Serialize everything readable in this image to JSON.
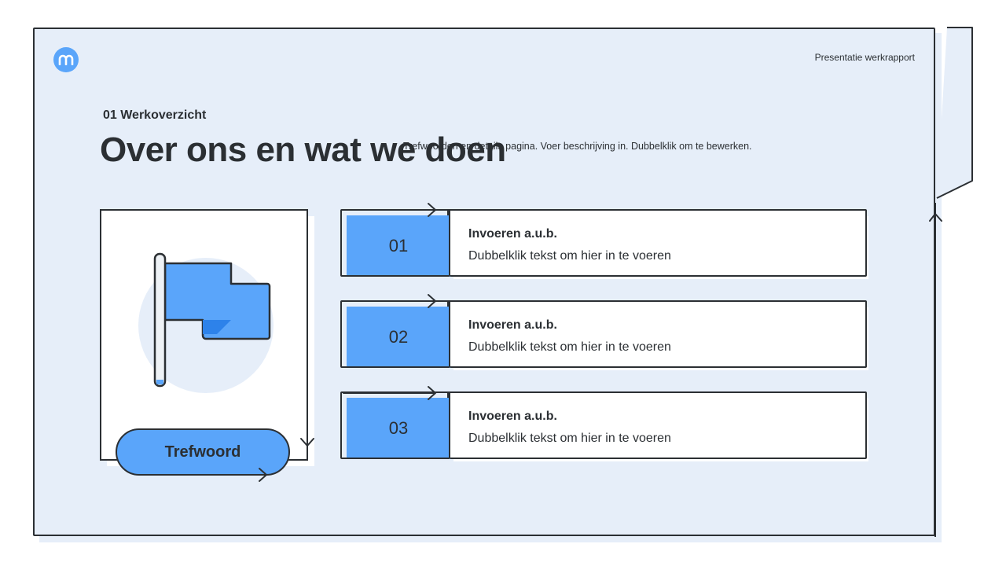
{
  "header": {
    "logo_letter": "m",
    "report_label": "Presentatie werkrapport"
  },
  "section": {
    "number_label": "01 Werkoverzicht",
    "title": "Over ons en wat we doen",
    "subtitle": "Trefwoorden en details pagina. Voer beschrijving in. Dubbelklik om te bewerken."
  },
  "image_card": {
    "icon": "flag-icon",
    "keyword_label": "Trefwoord"
  },
  "items": [
    {
      "number": "01",
      "title": "Invoeren a.u.b.",
      "description": "Dubbelklik tekst om hier in te voeren"
    },
    {
      "number": "02",
      "title": "Invoeren a.u.b.",
      "description": "Dubbelklik tekst om hier in te voeren"
    },
    {
      "number": "03",
      "title": "Invoeren a.u.b.",
      "description": "Dubbelklik tekst om hier in te voeren"
    }
  ],
  "colors": {
    "accent": "#5aa5fa",
    "background": "#e6eef9",
    "outline": "#2b2f33"
  }
}
